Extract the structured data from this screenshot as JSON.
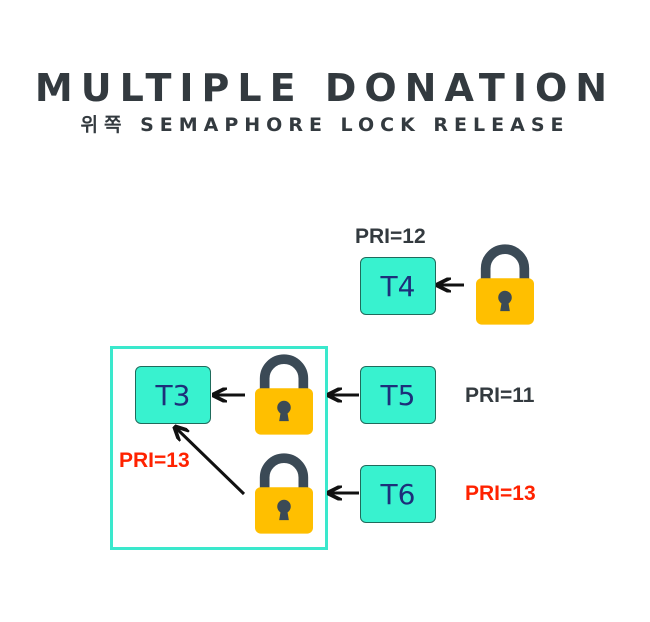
{
  "title": "MULTIPLE DONATION",
  "subtitle": "위쪽 SEMAPHORE LOCK RELEASE",
  "colors": {
    "task_fill": "#38f2cf",
    "task_text": "#1d2f7a",
    "box_border": "#3ae8cc",
    "lock_body": "#ffbf00",
    "lock_shackle": "#3b4a56",
    "pri_default": "#333a3f",
    "pri_highlight": "#ff2200"
  },
  "tasks": {
    "t3": "T3",
    "t4": "T4",
    "t5": "T5",
    "t6": "T6"
  },
  "priorities": {
    "t4": "PRI=12",
    "t5": "PRI=11",
    "t6": "PRI=13",
    "t3_donated": "PRI=13"
  },
  "icons": [
    "lock-icon",
    "arrow-left-icon"
  ]
}
